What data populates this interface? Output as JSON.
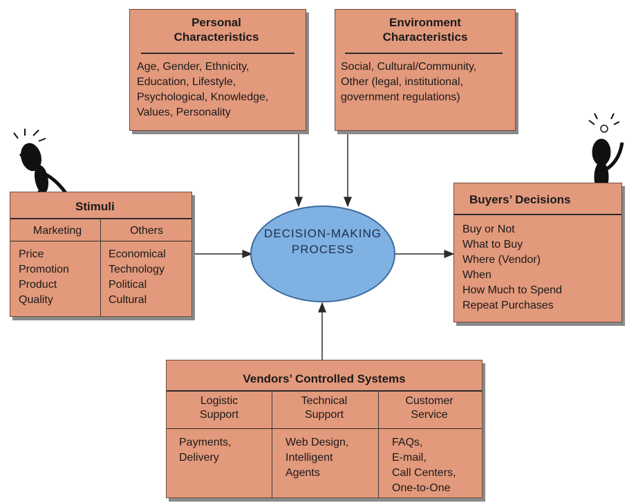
{
  "personal": {
    "title": "Personal Characteristics",
    "lines": [
      "Age, Gender, Ethnicity,",
      "Education, Lifestyle,",
      "Psychological, Knowledge,",
      "Values, Personality"
    ]
  },
  "environment": {
    "title": "Environment Characteristics",
    "lines": [
      "Social, Cultural/Community,",
      "Other (legal, institutional,",
      "government regulations)"
    ]
  },
  "stimuli": {
    "title": "Stimuli",
    "col1_head": "Marketing",
    "col2_head": "Others",
    "col1_items": [
      "Price",
      "Promotion",
      "Product",
      "Quality"
    ],
    "col2_items": [
      "Economical",
      "Technology",
      "Political",
      "Cultural"
    ]
  },
  "process": {
    "label": "DECISION-MAKING PROCESS"
  },
  "buyers": {
    "title": "Buyers’ Decisions",
    "items": [
      "Buy or Not",
      "What to Buy",
      "Where (Vendor)",
      "When",
      "How Much to Spend",
      "Repeat Purchases"
    ]
  },
  "vendors": {
    "title": "Vendors’ Controlled Systems",
    "columns": [
      {
        "head": "Logistic Support",
        "items": [
          "Payments,",
          "Delivery"
        ]
      },
      {
        "head": "Technical Support",
        "items": [
          "Web Design,",
          "Intelligent",
          "Agents"
        ]
      },
      {
        "head": "Customer Service",
        "items": [
          "FAQs,",
          "E-mail,",
          "Call Centers,",
          "One-to-One"
        ]
      }
    ]
  },
  "colors": {
    "box_fill": "#e3997c",
    "ellipse_fill": "#7fb1e3",
    "shadow": "#8a8a8a"
  }
}
